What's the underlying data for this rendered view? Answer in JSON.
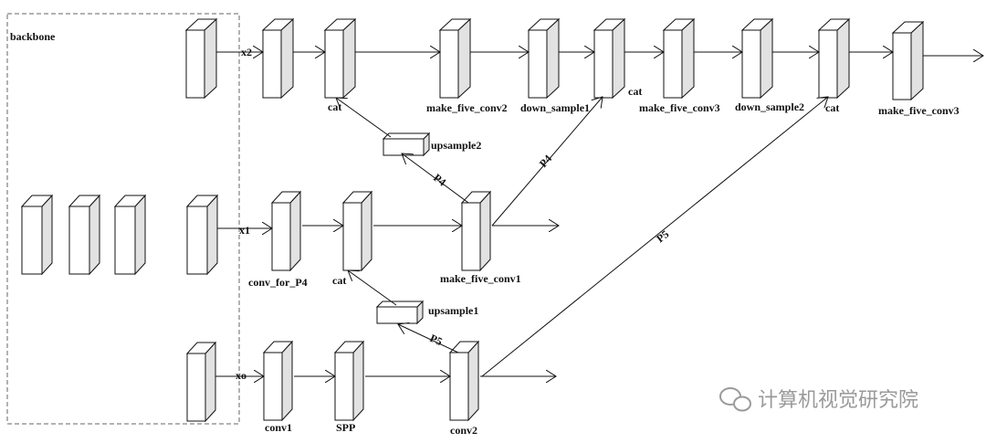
{
  "backbone_label": "backbone",
  "edge_labels": {
    "x2": "x2",
    "x1": "x1",
    "x0": "xo",
    "p4_up": "P4",
    "p4_down": "P4",
    "p5_up": "P5",
    "p5_down": "P5"
  },
  "nodes": {
    "top_cat1": "cat",
    "make_five_conv2": "make_five_conv2",
    "down_sample1": "down_sample1",
    "top_cat2_hidden": "cat",
    "make_five_conv3_a": "make_five_conv3",
    "down_sample2": "down_sample2",
    "top_cat3": "cat",
    "make_five_conv3_b": "make_five_conv3",
    "upsample2": "upsample2",
    "conv_for_P4": "conv_for_P4",
    "mid_cat": "cat",
    "make_five_conv1": "make_five_conv1",
    "upsample1": "upsample1",
    "conv1": "conv1",
    "SPP": "SPP",
    "conv2": "conv2"
  },
  "watermark": {
    "text": "计算机视觉研究院",
    "icon": "wechat-icon"
  },
  "colors": {
    "block_front": "#ffffff",
    "block_side": "#e2e2e2",
    "line": "#111111",
    "watermark": "#9a9a9a"
  }
}
